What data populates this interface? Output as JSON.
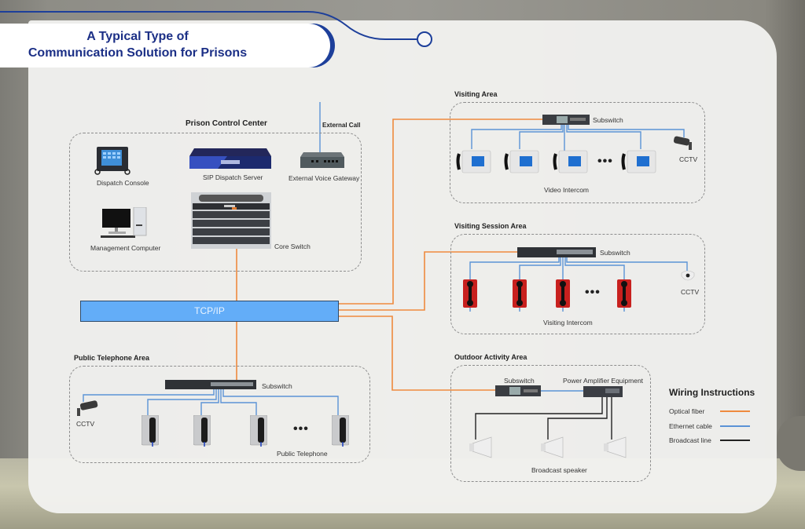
{
  "title": {
    "line1": "A Typical Type of",
    "line2": "Communication Solution for Prisons"
  },
  "colors": {
    "title_blue": "#1b2f86",
    "accent_blue": "#1d3f9a",
    "optical_fiber": "#ef8a3e",
    "ethernet_cable": "#5b93d6",
    "broadcast_line": "#222222",
    "tcpip_fill": "#63adf8"
  },
  "control_center": {
    "header": "Prison Control Center",
    "external_call": "External Call",
    "devices": {
      "dispatch_console": "Dispatch Console",
      "sip_dispatch_server": "SIP Dispatch Server",
      "external_voice_gateway": "External Voice Gateway",
      "management_computer": "Management Computer",
      "core_switch": "Core Switch"
    }
  },
  "network": {
    "tcpip": "TCP/IP"
  },
  "visiting_area": {
    "header": "Visiting Area",
    "subswitch": "Subswitch",
    "endpoint_label": "Video Intercom",
    "cctv": "CCTV",
    "ellipsis": "•••"
  },
  "visiting_session_area": {
    "header": "Visiting Session Area",
    "subswitch": "Subswitch",
    "endpoint_label": "Visiting Intercom",
    "cctv": "CCTV",
    "ellipsis": "•••"
  },
  "outdoor_activity_area": {
    "header": "Outdoor Activity Area",
    "subswitch": "Subswitch",
    "amplifier": "Power Amplifier Equipment",
    "endpoint_label": "Broadcast speaker"
  },
  "public_telephone_area": {
    "header": "Public Telephone Area",
    "subswitch": "Subswitch",
    "endpoint_label": "Public Telephone",
    "cctv": "CCTV",
    "ellipsis": "•••"
  },
  "legend": {
    "title": "Wiring Instructions",
    "items": [
      {
        "label": "Optical fiber",
        "color": "#ef8a3e"
      },
      {
        "label": "Ethernet cable",
        "color": "#5b93d6"
      },
      {
        "label": "Broadcast line",
        "color": "#222222"
      }
    ]
  }
}
